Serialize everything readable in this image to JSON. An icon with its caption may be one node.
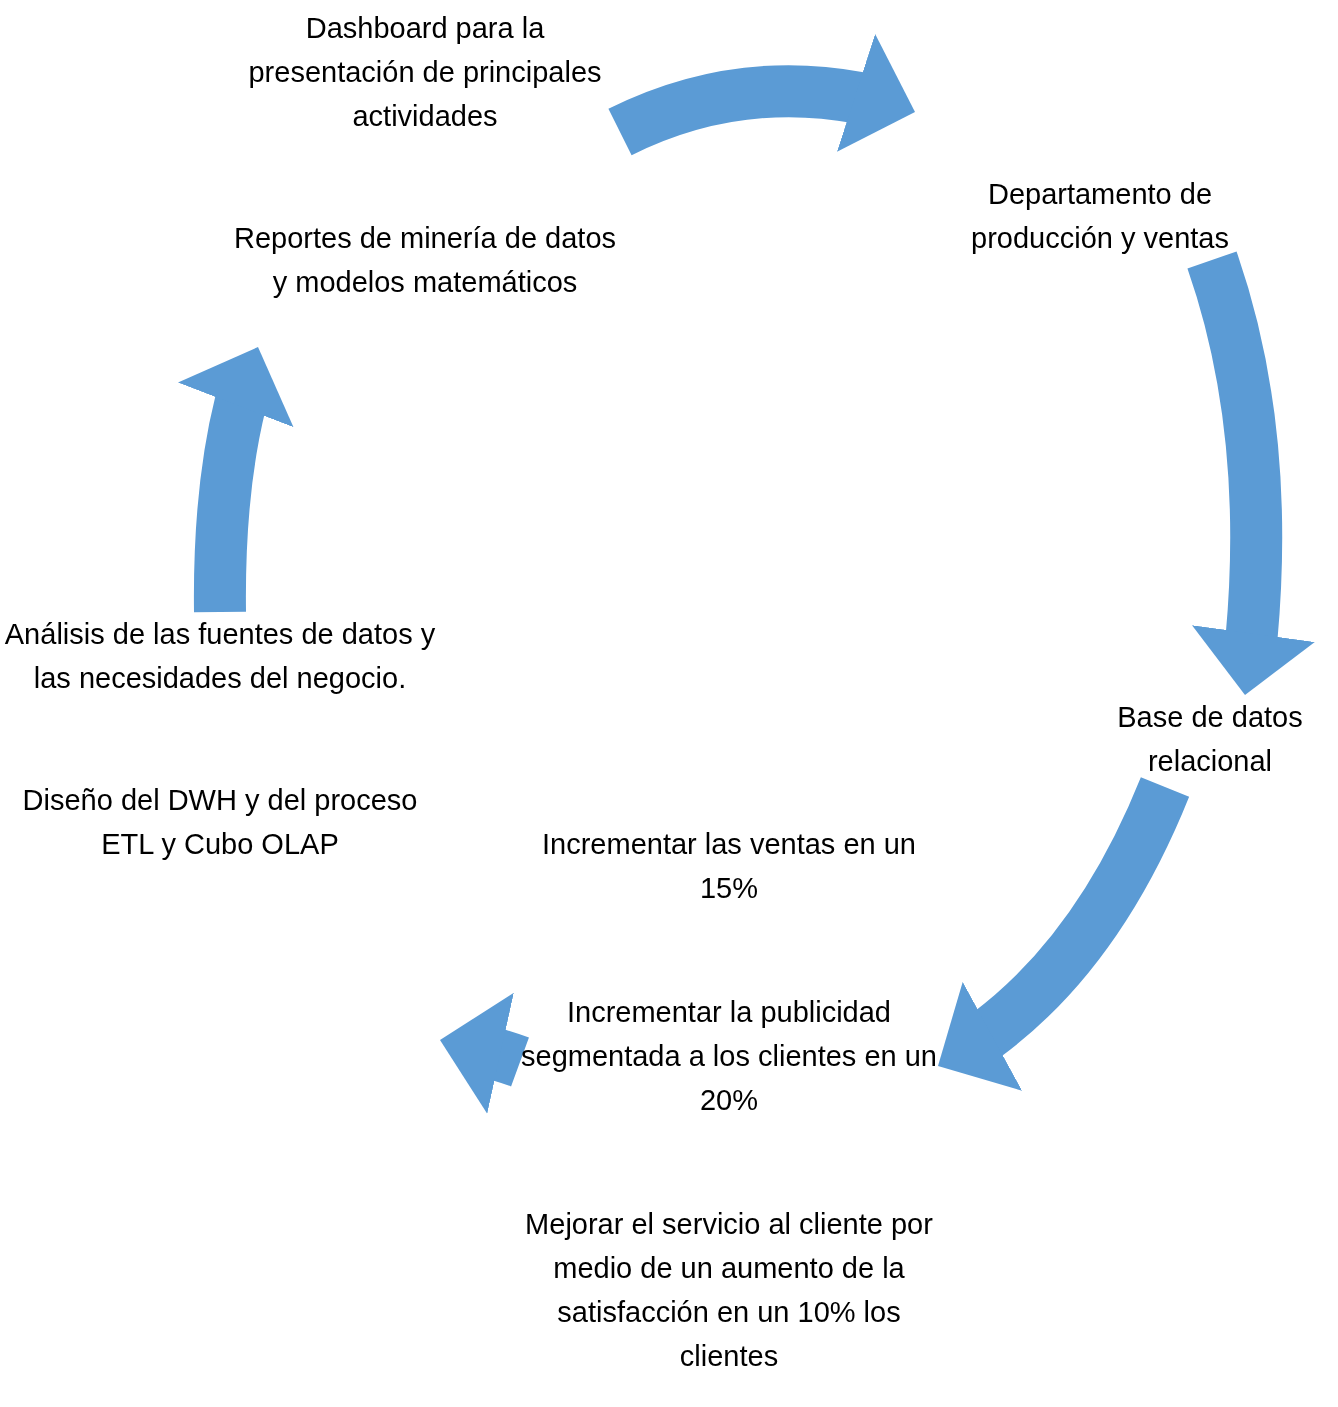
{
  "diagram": {
    "nodes": [
      {
        "text": [
          "Dashboard para la presentación de principales actividades",
          "Reportes de minería de datos y modelos matemáticos"
        ]
      },
      {
        "text": [
          "Departamento de producción y ventas"
        ]
      },
      {
        "text": [
          "Base de datos relacional"
        ]
      },
      {
        "text": [
          "Incrementar las ventas en un 15%",
          "Incrementar la publicidad segmentada a los clientes en un 20%",
          "Mejorar el servicio al cliente por medio de un aumento de la satisfacción en un 10% los clientes"
        ]
      },
      {
        "text": [
          "Análisis de las fuentes de datos y las necesidades del negocio.",
          "Diseño del DWH y del proceso ETL y Cubo OLAP"
        ]
      }
    ],
    "edges": [
      {
        "from": 0,
        "to": 1,
        "arrow": "to"
      },
      {
        "from": 1,
        "to": 2,
        "arrow": "to"
      },
      {
        "from": 2,
        "to": 3,
        "arrow": "to"
      },
      {
        "from": 3,
        "to": 4,
        "arrow": "to"
      },
      {
        "from": 4,
        "to": 0,
        "arrow": "to"
      }
    ]
  }
}
